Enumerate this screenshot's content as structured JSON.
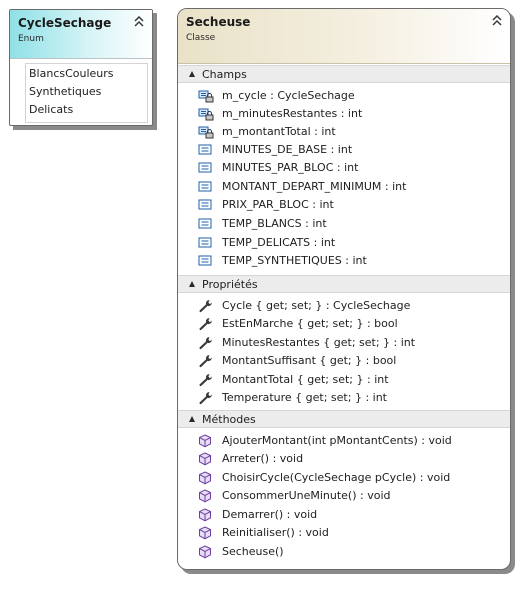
{
  "enum": {
    "title": "CycleSechage",
    "kind": "Enum",
    "items": [
      "BlancsCouleurs",
      "Synthetiques",
      "Delicats"
    ]
  },
  "class": {
    "title": "Secheuse",
    "kind": "Classe",
    "sections": [
      {
        "label": "Champs",
        "items": [
          {
            "text": "m_cycle : CycleSechage",
            "icon": "private-field-icon"
          },
          {
            "text": "m_minutesRestantes : int",
            "icon": "private-field-icon"
          },
          {
            "text": "m_montantTotal : int",
            "icon": "private-field-icon"
          },
          {
            "text": "MINUTES_DE_BASE : int",
            "icon": "constant-icon"
          },
          {
            "text": "MINUTES_PAR_BLOC : int",
            "icon": "constant-icon"
          },
          {
            "text": "MONTANT_DEPART_MINIMUM : int",
            "icon": "constant-icon"
          },
          {
            "text": "PRIX_PAR_BLOC : int",
            "icon": "constant-icon"
          },
          {
            "text": "TEMP_BLANCS : int",
            "icon": "constant-icon"
          },
          {
            "text": "TEMP_DELICATS : int",
            "icon": "constant-icon"
          },
          {
            "text": "TEMP_SYNTHETIQUES : int",
            "icon": "constant-icon"
          }
        ]
      },
      {
        "label": "Propriétés",
        "items": [
          {
            "text": "Cycle { get; set; } : CycleSechage",
            "icon": "wrench-icon"
          },
          {
            "text": "EstEnMarche { get; set; } : bool",
            "icon": "wrench-icon"
          },
          {
            "text": "MinutesRestantes { get; set; } : int",
            "icon": "wrench-icon"
          },
          {
            "text": "MontantSuffisant { get; } : bool",
            "icon": "wrench-icon"
          },
          {
            "text": "MontantTotal { get; set; } : int",
            "icon": "wrench-icon"
          },
          {
            "text": "Temperature { get; set; } : int",
            "icon": "wrench-icon"
          }
        ]
      },
      {
        "label": "Méthodes",
        "items": [
          {
            "text": "AjouterMontant(int pMontantCents) : void",
            "icon": "method-cube-icon"
          },
          {
            "text": "Arreter() : void",
            "icon": "method-cube-icon"
          },
          {
            "text": "ChoisirCycle(CycleSechage pCycle) : void",
            "icon": "method-cube-icon"
          },
          {
            "text": "ConsommerUneMinute() : void",
            "icon": "method-cube-icon"
          },
          {
            "text": "Demarrer() : void",
            "icon": "method-cube-icon"
          },
          {
            "text": "Reinitialiser() : void",
            "icon": "method-cube-icon"
          },
          {
            "text": "Secheuse()",
            "icon": "method-cube-icon"
          }
        ]
      }
    ]
  },
  "colors": {
    "enum_header": "#8fe0e6",
    "class_header": "#e9e2c8",
    "section_header": "#ececec",
    "field_icon": "#1f5fa8",
    "method_icon": "#6a3fa0"
  }
}
